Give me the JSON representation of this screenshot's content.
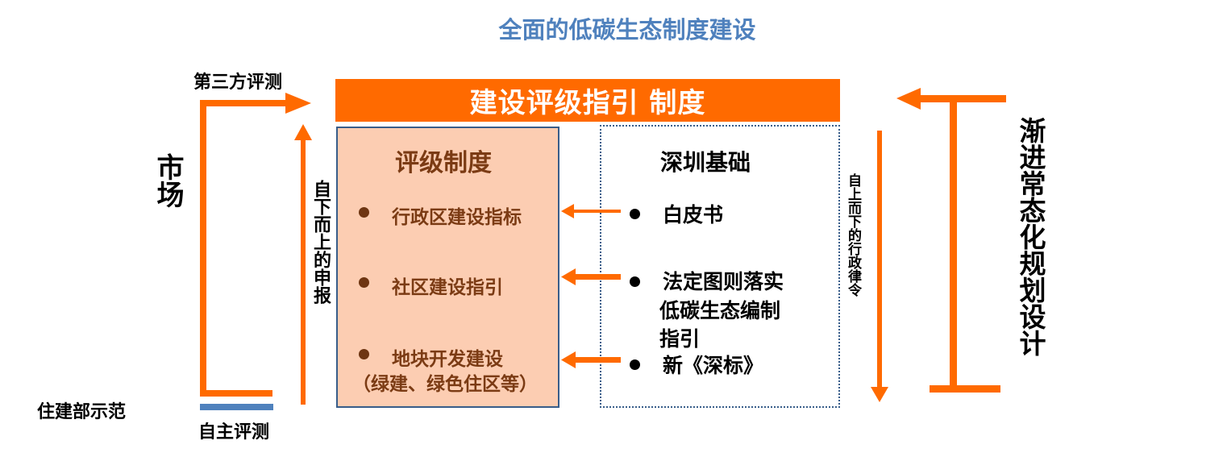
{
  "title": "全面的低碳生态制度建设",
  "banner": "建设评级指引  制度",
  "rating_system": {
    "title": "评级制度",
    "items": [
      "行政区建设指标",
      "社区建设指引",
      "地块开发建设",
      "（绿建、绿色住区等）"
    ]
  },
  "shenzhen_basis": {
    "title": "深圳基础",
    "items": [
      "白皮书",
      "法定图则落实",
      "低碳生态编制",
      "指引",
      "新《深标》"
    ]
  },
  "left": {
    "market": "市场",
    "third_party": "第三方评测",
    "self_eval": "自主评测",
    "ministry_demo": "住建部示范",
    "bottom_up": "自下而上的申报"
  },
  "right": {
    "top_down": "自上而下的行政律令",
    "gradual": "渐进常态化规划设计"
  },
  "colors": {
    "orange": "#ff6a00",
    "title_blue": "#4f81bd",
    "peach": "#fccdb2",
    "brown_text": "#7b3b14",
    "border_blue": "#385d8a"
  }
}
